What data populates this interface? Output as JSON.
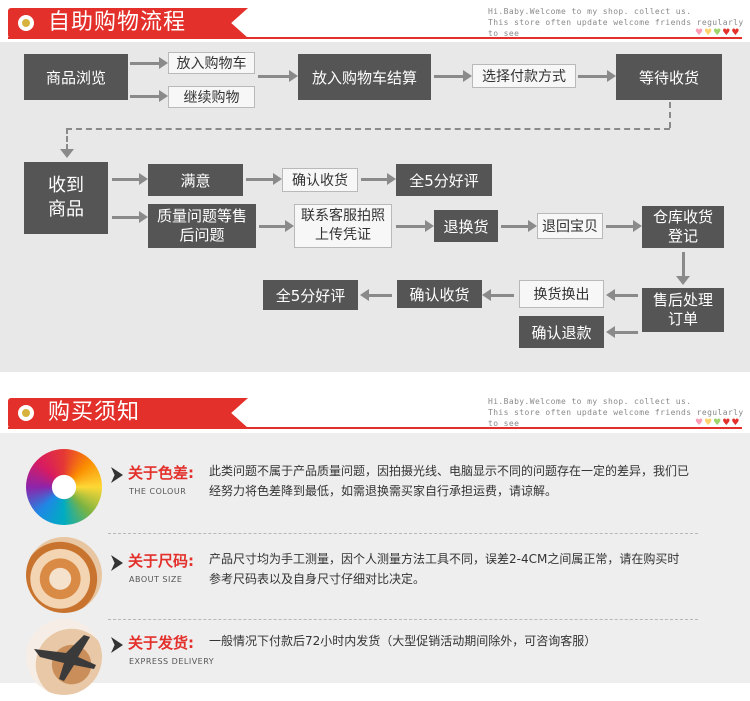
{
  "top_banner": {
    "title": "自助购物流程"
  },
  "mid_banner": {
    "title": "购买须知"
  },
  "tagline": {
    "line1": "Hi.Baby.Welcome to my shop. collect us.",
    "line2": "This store often update welcome friends regularly to see"
  },
  "hearts": [
    {
      "glyph": "♥",
      "color": "#ff9db5"
    },
    {
      "glyph": "♥",
      "color": "#ffd36b"
    },
    {
      "glyph": "♥",
      "color": "#9fd46a"
    },
    {
      "glyph": "♥",
      "color": "#e3302b"
    },
    {
      "glyph": "♥",
      "color": "#e3302b"
    }
  ],
  "flow": {
    "browse": "商品浏览",
    "add_cart": "放入购物车",
    "continue_shop": "继续购物",
    "cart_checkout": "放入购物车结算",
    "choose_pay": "选择付款方式",
    "wait_ship": "等待收货",
    "received_l1": "收到",
    "received_l2": "商品",
    "satisfied": "满意",
    "confirm_receipt": "确认收货",
    "five_star": "全5分好评",
    "quality_l1": "质量问题等售",
    "quality_l2": "后问题",
    "contact_l1": "联系客服拍照",
    "contact_l2": "上传凭证",
    "return_exchange": "退换货",
    "return_item": "退回宝贝",
    "warehouse_l1": "仓库收货",
    "warehouse_l2": "登记",
    "aftersale_l1": "售后处理",
    "aftersale_l2": "订单",
    "exchange_ship": "换货换出",
    "confirm_refund": "确认退款",
    "confirm_receipt2": "确认收货",
    "five_star2": "全5分好评"
  },
  "notices": [
    {
      "icon": "color-wheel-icon",
      "title": "关于色差:",
      "subtitle": "THE COLOUR",
      "line1": "此类问题不属于产品质量问题，因拍摄光线、电脑显示不同的问题存在一定的差异，我们已",
      "line2": "经努力将色差降到最低，如需退换需买家自行承担运费，请谅解。"
    },
    {
      "icon": "measuring-tape-icon",
      "title": "关于尺码:",
      "subtitle": "ABOUT SIZE",
      "line1": "产品尺寸均为手工测量，因个人测量方法工具不同，误差2-4CM之间属正常，请在购买时",
      "line2": "参考尺码表以及自身尺寸仔细对比决定。"
    },
    {
      "icon": "airplane-globe-icon",
      "title": "关于发货:",
      "subtitle": "EXPRESS DELIVERY",
      "line1": "一般情况下付款后72小时内发货（大型促销活动期间除外，可咨询客服）",
      "line2": ""
    }
  ],
  "colors": {
    "accent": "#e3302b",
    "dark_box": "#555556",
    "flow_bg": "#e8e8e8"
  }
}
